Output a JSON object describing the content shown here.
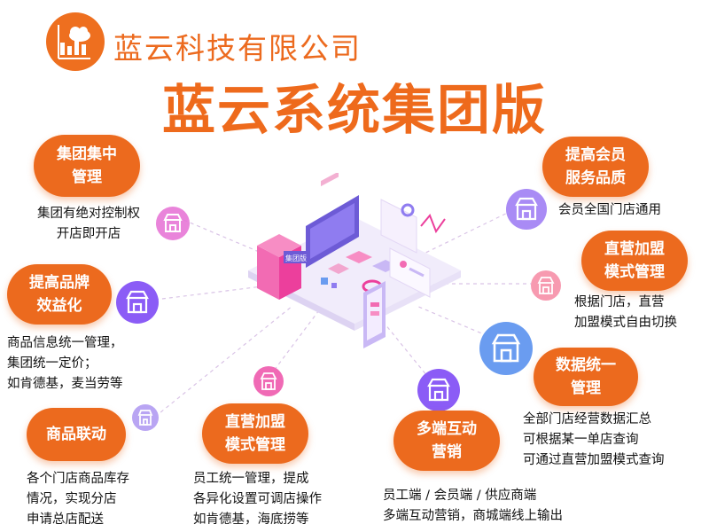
{
  "company": "蓝云科技有限公司",
  "title": "蓝云系统集团版",
  "center_badge": "集团版",
  "colors": {
    "accent": "#ec6a1e",
    "icon_purple": "#8b5cf6",
    "icon_pink": "#f06ab5",
    "icon_blue": "#6a9cf0"
  },
  "features": [
    {
      "id": "group-management",
      "title": [
        "集团集中",
        "管理"
      ],
      "desc": [
        "集团有绝对控制权",
        "开店即开店"
      ],
      "icon": "shop-icon"
    },
    {
      "id": "brand-benefit",
      "title": [
        "提高品牌",
        "效益化"
      ],
      "desc": [
        "商品信息统一管理，",
        "集团统一定价；",
        "如肯德基，麦当劳等"
      ],
      "icon": "shop-icon"
    },
    {
      "id": "product-linkage",
      "title": [
        "商品联动"
      ],
      "desc": [
        "各个门店商品库存",
        "情况，实现分店",
        "申请总店配送"
      ],
      "icon": "shop-icon"
    },
    {
      "id": "direct-franchise-bottom",
      "title": [
        "直营加盟",
        "模式管理"
      ],
      "desc": [
        "员工统一管理，提成",
        "各异化设置可调店操作",
        "如肯德基，海底捞等"
      ],
      "icon": "shop-icon"
    },
    {
      "id": "multi-terminal",
      "title": [
        "多端互动",
        "营销"
      ],
      "desc": [
        "员工端 / 会员端 / 供应商端",
        "多端互动营销，商城端线上输出"
      ],
      "icon": "shop-icon"
    },
    {
      "id": "member-service",
      "title": [
        "提高会员",
        "服务品质"
      ],
      "desc": [
        "会员全国门店通用"
      ],
      "icon": "shop-icon"
    },
    {
      "id": "direct-franchise-right",
      "title": [
        "直营加盟",
        "模式管理"
      ],
      "desc": [
        "根据门店，直营",
        "加盟模式自由切换"
      ],
      "icon": "shop-icon"
    },
    {
      "id": "data-unification",
      "title": [
        "数据统一",
        "管理"
      ],
      "desc": [
        "全部门店经营数据汇总",
        "可根据某一单店查询",
        "可通过直营加盟模式查询"
      ],
      "icon": "shop-icon"
    }
  ]
}
